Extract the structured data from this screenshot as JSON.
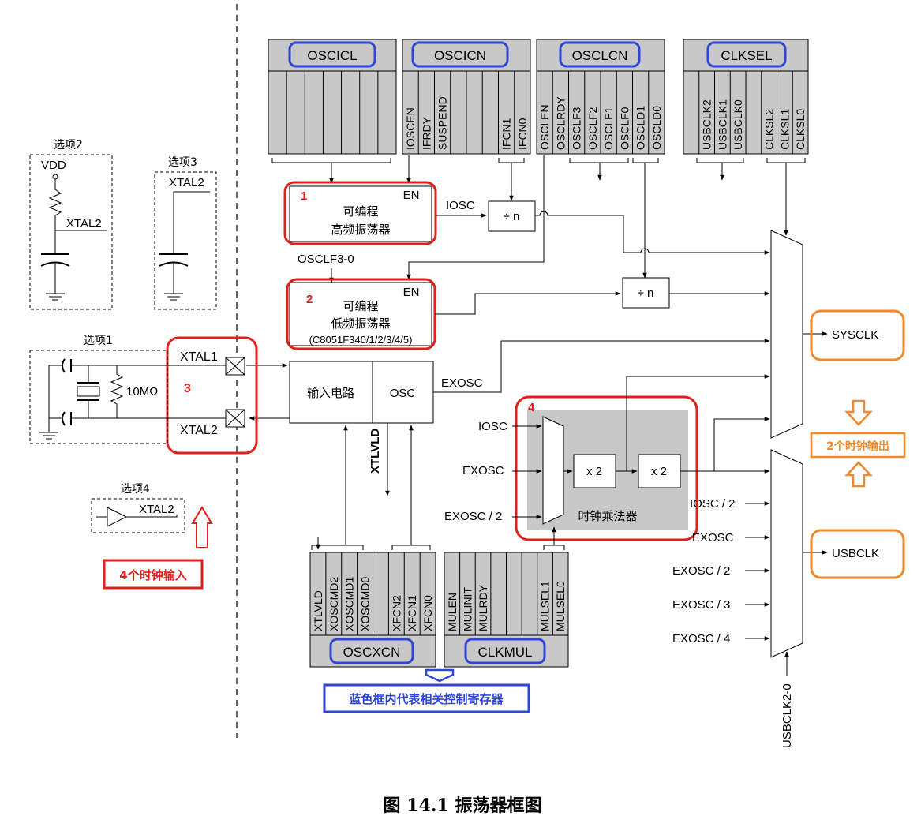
{
  "colors": {
    "red": "#e0201a",
    "blue": "#2f45d6",
    "orange": "#f08a2c",
    "gray": "#c8c8c8"
  },
  "registers": {
    "oscicl": {
      "name": "OSCICL",
      "bits": [
        "",
        "",
        "",
        "",
        "",
        "",
        ""
      ]
    },
    "oscicn": {
      "name": "OSCICN",
      "bits": [
        "IOSCEN",
        "IFRDY",
        "SUSPEND",
        "",
        "",
        "",
        "IFCN1",
        "IFCN0"
      ]
    },
    "osclcn": {
      "name": "OSCLCN",
      "bits": [
        "OSCLEN",
        "OSCLRDY",
        "OSCLF3",
        "OSCLF2",
        "OSCLF1",
        "OSCLF0",
        "OSCLD1",
        "OSCLD0"
      ]
    },
    "clksel": {
      "name": "CLKSEL",
      "bits": [
        "",
        "USBCLK2",
        "USBCLK1",
        "USBCLK0",
        "",
        "CLKSL2",
        "CLKSL1",
        "CLKSL0"
      ]
    },
    "oscxcn": {
      "name": "OSCXCN",
      "bits": [
        "XTLVLD",
        "XOSCMD2",
        "XOSCMD1",
        "XOSCMD0",
        "",
        "XFCN2",
        "XFCN1",
        "XFCN0"
      ]
    },
    "clkmul": {
      "name": "CLKMUL",
      "bits": [
        "MULEN",
        "MULINIT",
        "MULRDY",
        "",
        "",
        "",
        "MULSEL1",
        "MULSEL0"
      ]
    }
  },
  "blocks": {
    "hf_osc": {
      "num": "1",
      "en": "EN",
      "line1": "可编程",
      "line2": "高频振荡器"
    },
    "lf_osc": {
      "num": "2",
      "en": "EN",
      "line1": "可编程",
      "line2": "低频振荡器",
      "line3": "(C8051F340/1/2/3/4/5)"
    },
    "input_circuit": "输入电路",
    "osc": "OSC",
    "divn_1": "÷ n",
    "divn_2": "÷ n",
    "x2a": "x 2",
    "x2b": "x 2",
    "multiplier": "时钟乘法器",
    "multiplier_num": "4",
    "xtal_num": "3"
  },
  "signals": {
    "iosc": "IOSC",
    "osclf": "OSCLF3-0",
    "exosc": "EXOSC",
    "xtlvld": "XTLVLD",
    "mul_iosc": "IOSC",
    "mul_exosc": "EXOSC",
    "mul_exosc2": "EXOSC / 2",
    "usb_iosc2": "IOSC / 2",
    "usb_exosc": "EXOSC",
    "usb_exosc2": "EXOSC / 2",
    "usb_exosc3": "EXOSC / 3",
    "usb_exosc4": "EXOSC / 4",
    "usbclk_sel": "USBCLK2-0",
    "sysclk": "SYSCLK",
    "usbclk": "USBCLK",
    "xtal1": "XTAL1",
    "xtal2": "XTAL2"
  },
  "options": {
    "opt1": {
      "title": "选项1",
      "res": "10MΩ"
    },
    "opt2": {
      "title": "选项2",
      "vdd": "VDD",
      "pin": "XTAL2"
    },
    "opt3": {
      "title": "选项3",
      "pin": "XTAL2"
    },
    "opt4": {
      "title": "选项4",
      "pin": "XTAL2"
    }
  },
  "annotations": {
    "inputs": "4个时钟输入",
    "outputs": "2个时钟输出",
    "registers_note": "蓝色框内代表相关控制寄存器"
  },
  "caption": "图 14.1  振荡器框图"
}
